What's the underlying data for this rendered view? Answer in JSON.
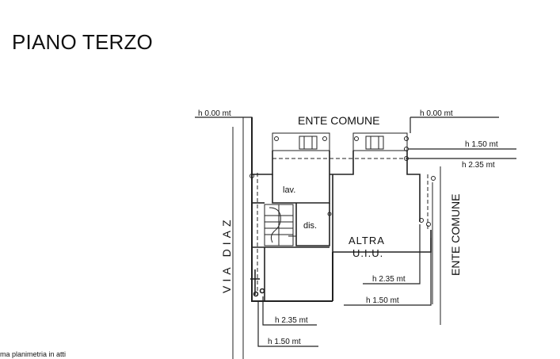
{
  "title": "PIANO TERZO",
  "footnote": "ma planimetria in atti",
  "plan": {
    "top_neighbor": "ENTE COMUNE",
    "right_neighbor": "ENTE COMUNE",
    "street": "VIA DIAZ",
    "other_unit_line1": "ALTRA",
    "other_unit_line2": "U.I.U.",
    "rooms": {
      "laundry": "lav.",
      "closet": "dis."
    },
    "heights": {
      "top_left": "h 0.00 mt",
      "top_right": "h 0.00 mt",
      "right_upper": "h 1.50 mt",
      "right_lower": "h 2.35 mt",
      "inner_235": "h 2.35 mt",
      "inner_150": "h 1.50 mt",
      "bottom_235": "h 2.35 mt",
      "bottom_150": "h 1.50 mt"
    }
  }
}
